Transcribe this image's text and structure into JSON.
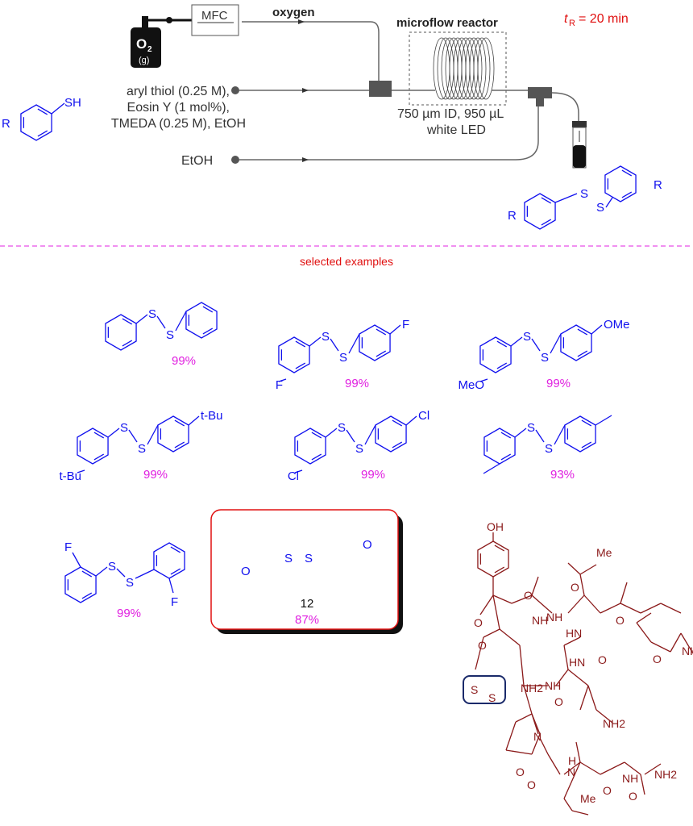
{
  "scheme": {
    "gas": {
      "formula": "O",
      "sub": "2",
      "state": "(g)"
    },
    "mfc_label": "MFC",
    "oxygen_label": "oxygen",
    "reactor_label": "microflow reactor",
    "residence_time": "= 20 min",
    "residence_symbol": "t",
    "residence_sub": "R",
    "feed_lines": [
      "aryl thiol (0.25 M),",
      "Eosin Y (1 mol%),",
      "TMEDA (0.25 M), EtOH"
    ],
    "quench_label": "EtOH",
    "reactor_specs": [
      "750 µm ID, 950 µL",
      "white LED"
    ],
    "reactant": {
      "r": "R",
      "sh": "SH"
    },
    "product": {
      "r1": "R",
      "r2": "R",
      "s1": "S",
      "s2": "S"
    }
  },
  "divider_label": "selected examples",
  "examples": [
    {
      "left": "",
      "right": "",
      "yield": "99%"
    },
    {
      "left": "F",
      "right": "F",
      "yield": "99%"
    },
    {
      "left": "MeO",
      "right": "OMe",
      "yield": "99%"
    },
    {
      "left": "t-Bu",
      "right": "t-Bu",
      "yield": "99%"
    },
    {
      "left": "Cl",
      "right": "Cl",
      "yield": "99%"
    },
    {
      "left": "",
      "right": "",
      "yield": "93%"
    },
    {
      "left": "F",
      "right": "F",
      "yield": "99%"
    }
  ],
  "furan_example": {
    "number": "12",
    "yield": "87%",
    "o1": "O",
    "o2": "O",
    "s1": "S",
    "s2": "S"
  },
  "peptide_labels": {
    "oh": "OH",
    "me": "Me",
    "o": "O",
    "nh": "NH",
    "n_h": "N",
    "h": "H",
    "hn": "HN",
    "nh2": "NH2",
    "s": "S",
    "n": "N"
  },
  "colors": {
    "blue": "#1010ee",
    "magenta": "#e020e0",
    "red": "#e01010",
    "peptide": "#8b1a1a"
  }
}
